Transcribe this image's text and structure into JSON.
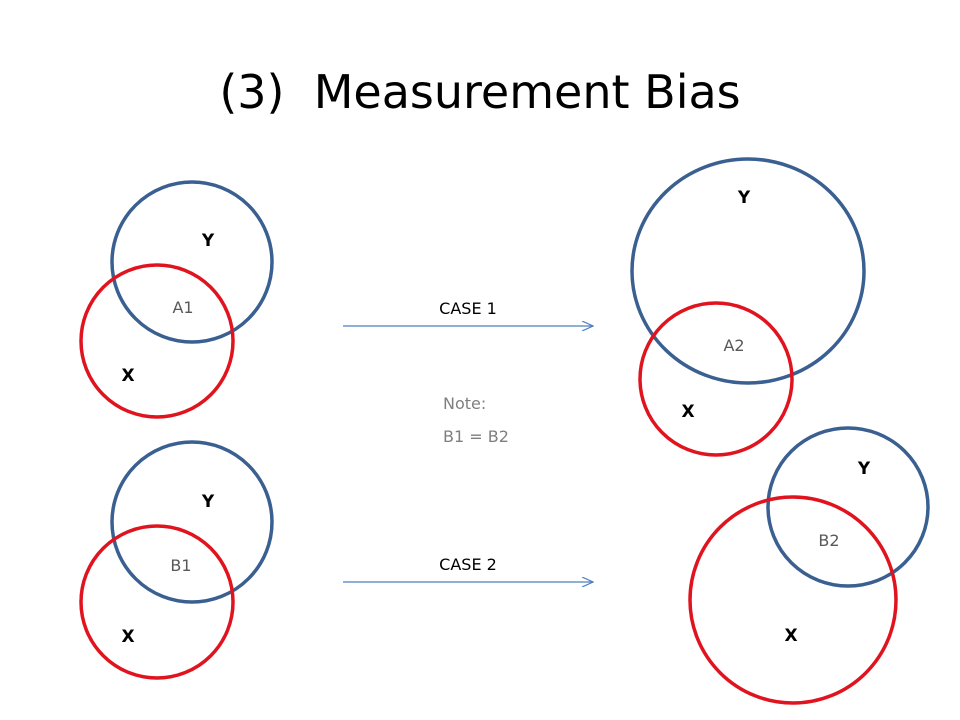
{
  "title": "(3)  Measurement Bias",
  "colors": {
    "y_circle": "#3a5f91",
    "x_circle": "#e0141e",
    "arrow": "#4a7fbf"
  },
  "diagrams": {
    "a1": {
      "y_label": "Y",
      "x_label": "X",
      "region_label": "A1"
    },
    "a2": {
      "y_label": "Y",
      "x_label": "X",
      "region_label": "A2"
    },
    "b1": {
      "y_label": "Y",
      "x_label": "X",
      "region_label": "B1"
    },
    "b2": {
      "y_label": "Y",
      "x_label": "X",
      "region_label": "B2"
    }
  },
  "arrows": {
    "case1": {
      "label": "CASE 1"
    },
    "case2": {
      "label": "CASE 2"
    }
  },
  "note": {
    "line1": "Note:",
    "line2": "B1 = B2"
  }
}
